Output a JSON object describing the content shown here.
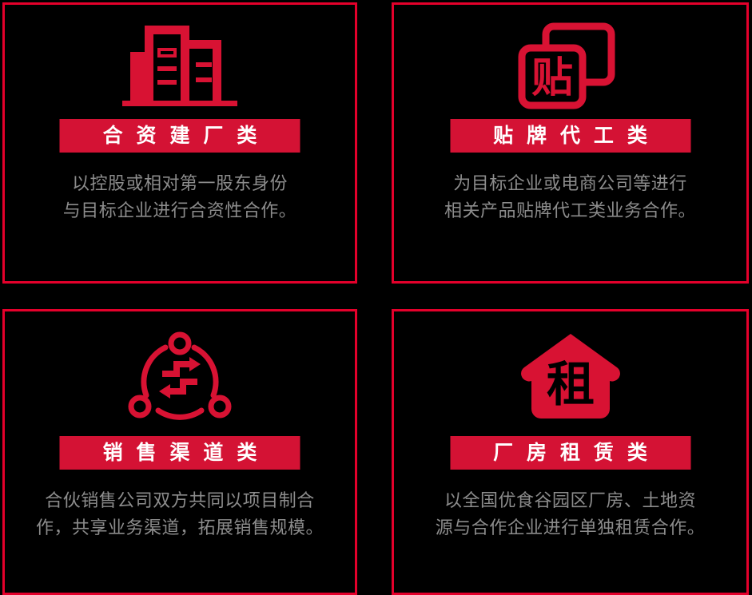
{
  "theme": {
    "background": "#000000",
    "border_red": "#E4002B",
    "banner_red": "#D41234",
    "icon_red": "#D81233",
    "title_color": "#FFFFFF",
    "body_color": "#8C8C8C"
  },
  "cards": [
    {
      "icon": "factory-building-icon",
      "title": "合 资 建 厂 类",
      "body": "以控股或相对第一股东身份\n与目标企业进行合资性合作。"
    },
    {
      "icon": "oem-label-icon",
      "title": "贴 牌 代 工 类",
      "body": "为目标企业或电商公司等进行\n相关产品贴牌代工类业务合作。"
    },
    {
      "icon": "sales-channel-network-icon",
      "title": "销 售 渠 道 类",
      "body": "合伙销售公司双方共同以项目制合\n作，共享业务渠道，拓展销售规模。"
    },
    {
      "icon": "factory-lease-house-icon",
      "title": "厂 房 租 赁 类",
      "body": "以全国优食谷园区厂房、土地资\n源与合作企业进行单独租赁合作。"
    }
  ]
}
